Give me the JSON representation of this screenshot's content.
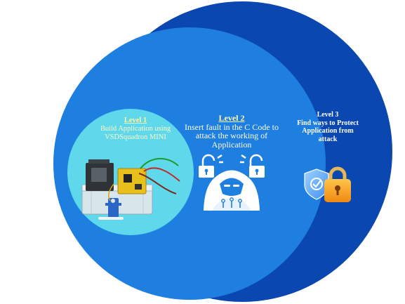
{
  "colors": {
    "outer_ring": "#0b47b0",
    "middle_ring": "#1e7fe0",
    "inner_disc": "#5ed8ea",
    "text_light": "#ffffff",
    "text_heading": "#fff4a8"
  },
  "icons": {
    "level1": "esp32-servo-breadboard-photo",
    "level2_left": "unlocked-padlock-icon",
    "level2_right": "unlocked-padlock-icon",
    "level2_center": "hooded-hacker-icon",
    "level3": "shield-check-padlock-icon"
  },
  "levels": [
    {
      "heading": "Level 1",
      "text": "Build Application using VSDSquadron MINI"
    },
    {
      "heading": "Level 2",
      "text": "Insert fault in the C Code to attack the working of Application"
    },
    {
      "heading": "Level 3",
      "text": "Find ways to Protect Application from attack"
    }
  ]
}
